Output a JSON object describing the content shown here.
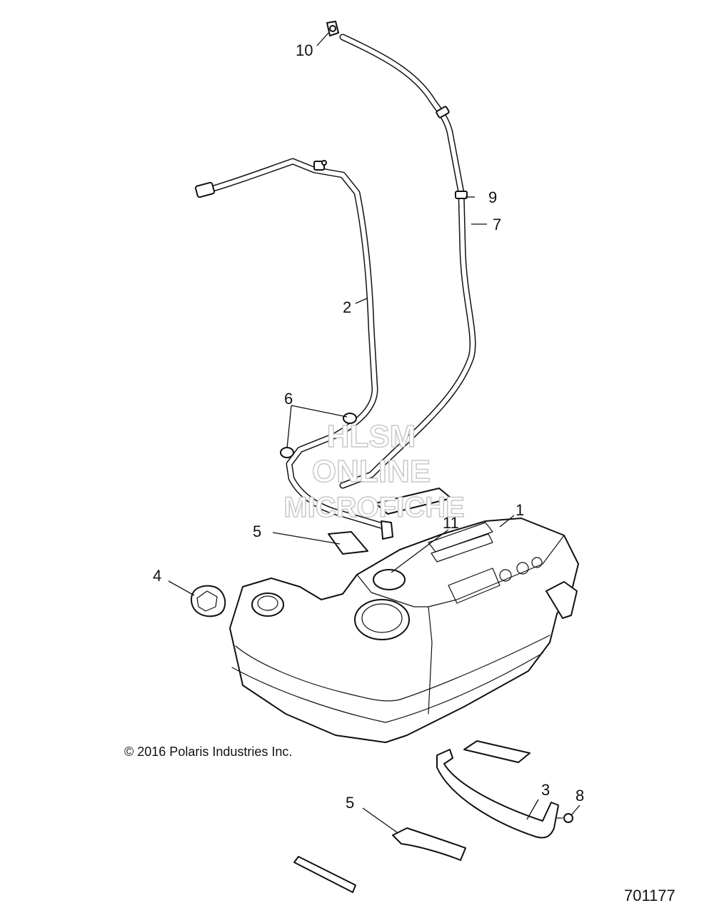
{
  "callouts": {
    "c1": "1",
    "c2": "2",
    "c3": "3",
    "c4": "4",
    "c5a": "5",
    "c5b": "5",
    "c6": "6",
    "c7": "7",
    "c8": "8",
    "c9": "9",
    "c10": "10",
    "c11": "11"
  },
  "watermark": {
    "line1": "HLSM",
    "line2": "ONLINE",
    "line3": "MICROFICHE"
  },
  "copyright": "© 2016 Polaris Industries Inc.",
  "document_number": "701177"
}
